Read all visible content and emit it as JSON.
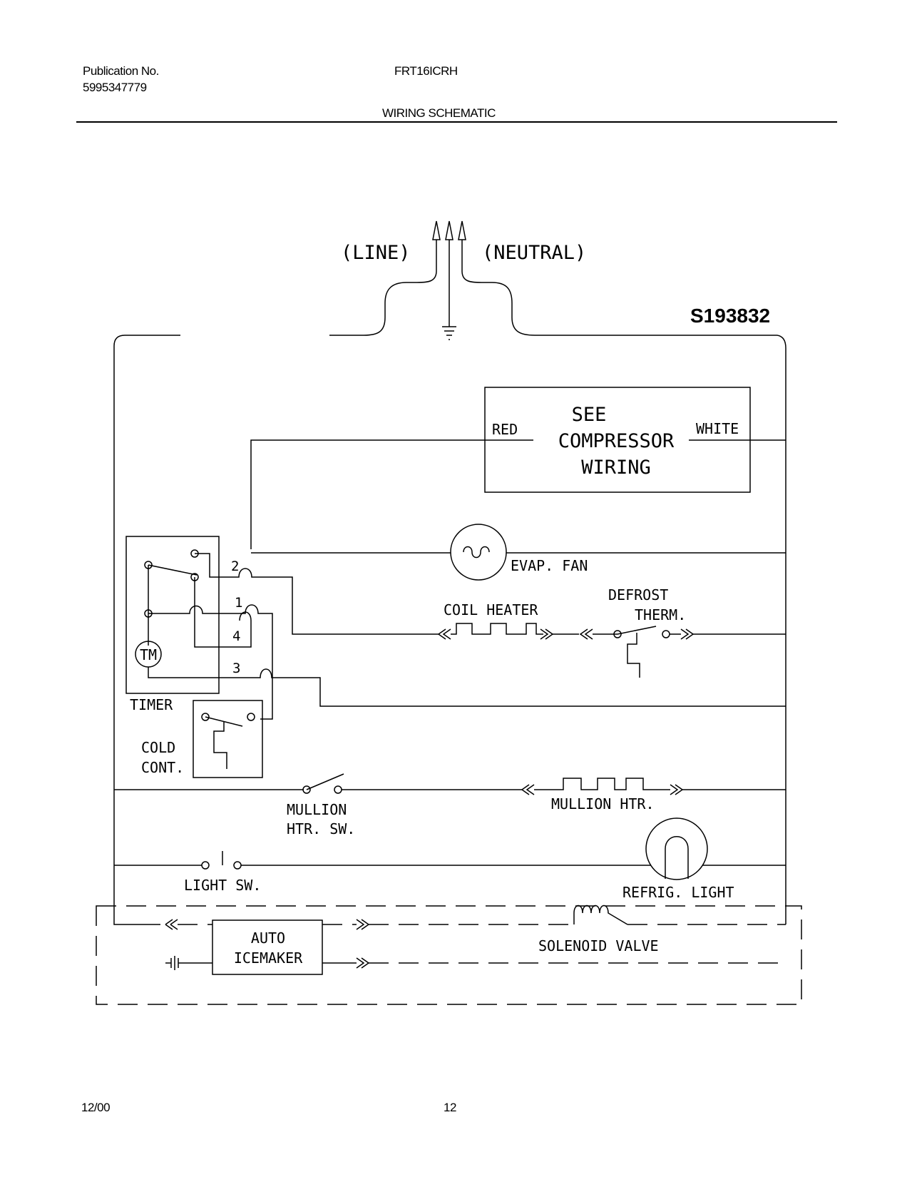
{
  "header": {
    "publication_label": "Publication No.",
    "publication_number": "5995347779",
    "model": "FRT16ICRH",
    "section_title": "WIRING SCHEMATIC"
  },
  "footer": {
    "date": "12/00",
    "page": "12"
  },
  "schematic": {
    "drawing_number": "S193832",
    "line": "(LINE)",
    "neutral": "(NEUTRAL)",
    "compressor": {
      "wire_left": "RED",
      "wire_right": "WHITE",
      "line1": "SEE",
      "line2": "COMPRESSOR",
      "line3": "WIRING"
    },
    "evap_fan": "EVAP. FAN",
    "coil_heater": "COIL HEATER",
    "defrost_therm_1": "DEFROST",
    "defrost_therm_2": "THERM.",
    "timer": {
      "label": "TIMER",
      "motor": "TM",
      "t2": "2",
      "t1": "1",
      "t4": "4",
      "t3": "3"
    },
    "cold_control_1": "COLD",
    "cold_control_2": "CONT.",
    "mullion_switch_1": "MULLION",
    "mullion_switch_2": "HTR. SW.",
    "mullion_heater": "MULLION HTR.",
    "light_switch": "LIGHT SW.",
    "refrig_light": "REFRIG. LIGHT",
    "icemaker_1": "AUTO",
    "icemaker_2": "ICEMAKER",
    "solenoid_valve": "SOLENOID VALVE"
  }
}
